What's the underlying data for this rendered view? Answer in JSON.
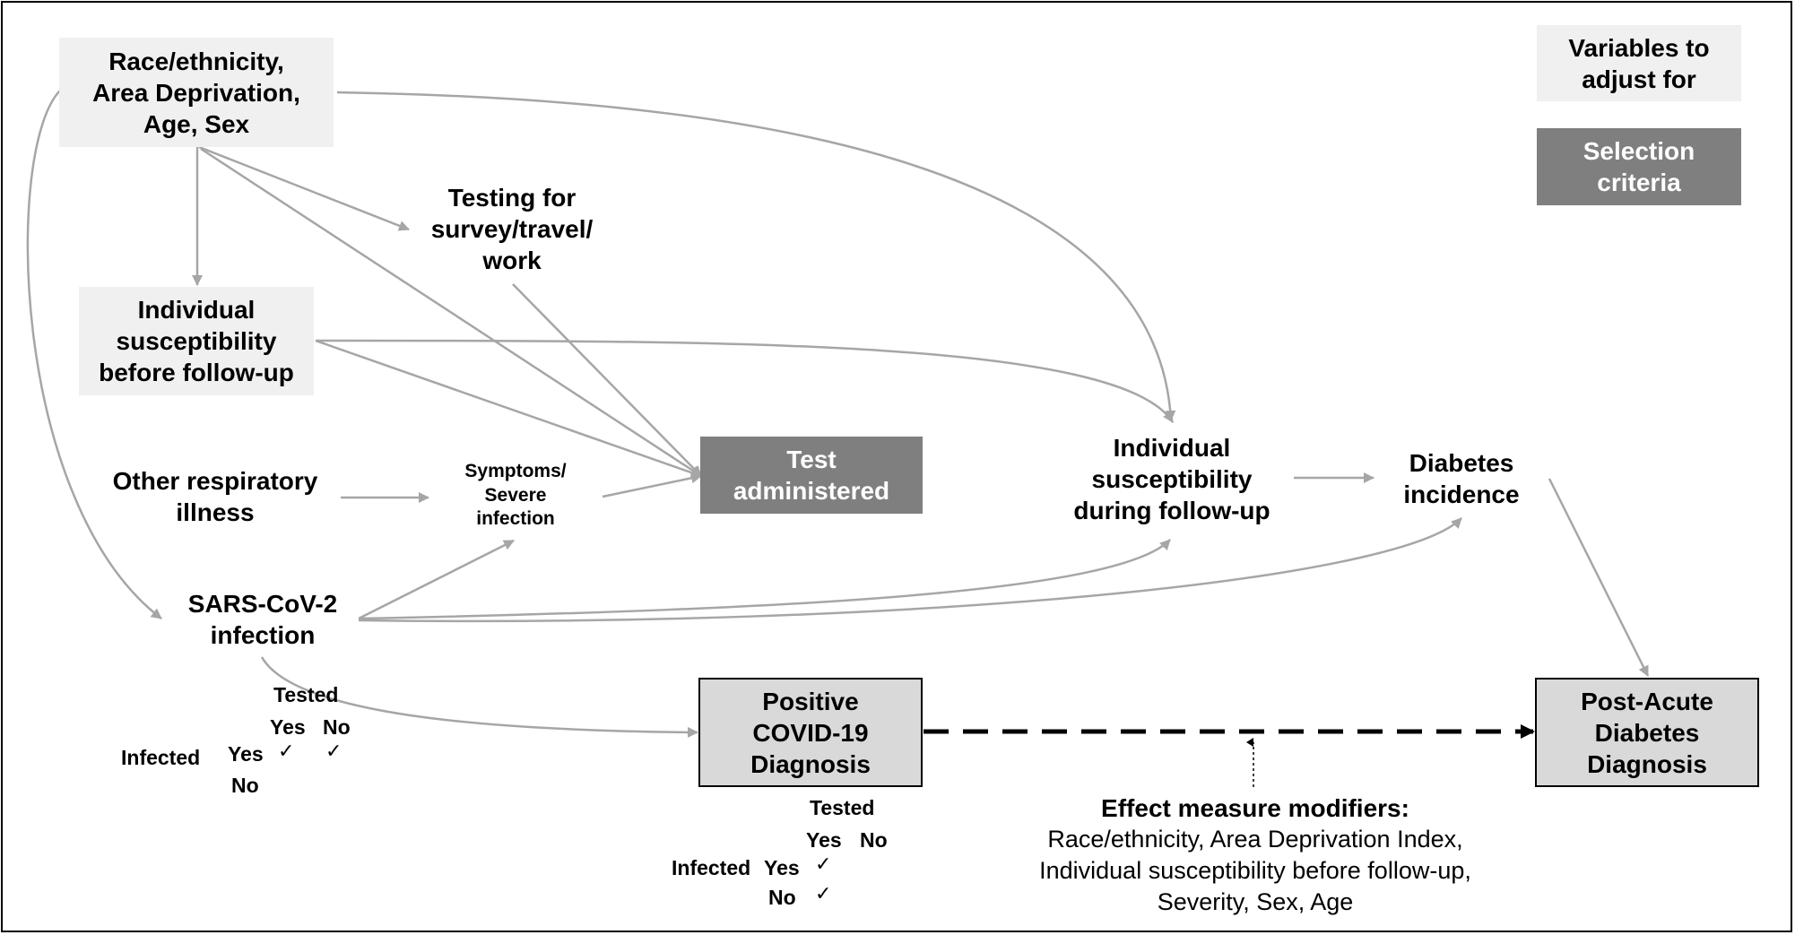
{
  "legend": {
    "adjust": "Variables to\nadjust for",
    "selection": "Selection\ncriteria"
  },
  "nodes": {
    "confounders": "Race/ethnicity,\nArea Deprivation,\nAge, Sex",
    "testing_other": "Testing for\nsurvey/travel/\nwork",
    "susceptibility_before": "Individual\nsusceptibility\nbefore follow-up",
    "other_respiratory": "Other respiratory\nillness",
    "symptoms": "Symptoms/\nSevere\ninfection",
    "test_administered": "Test\nadministered",
    "susceptibility_during": "Individual\nsusceptibility\nduring follow-up",
    "diabetes_incidence": "Diabetes\nincidence",
    "sars_cov2": "SARS-CoV-2\ninfection",
    "positive_diagnosis": "Positive\nCOVID-19\nDiagnosis",
    "post_acute": "Post-Acute\nDiabetes\nDiagnosis"
  },
  "effect_modifiers": {
    "title": "Effect measure modifiers:",
    "body": "Race/ethnicity, Area Deprivation Index,\nIndividual susceptibility before follow-up,\nSeverity, Sex, Age"
  },
  "table_left": {
    "tested": "Tested",
    "yes_col": "Yes",
    "no_col": "No",
    "infected": "Infected",
    "yes_row": "Yes",
    "no_row": "No",
    "check1": "✓",
    "check2": "✓"
  },
  "table_right": {
    "tested": "Tested",
    "yes_col": "Yes",
    "no_col": "No",
    "infected": "Infected",
    "yes_row": "Yes",
    "no_row": "No",
    "check1": "✓",
    "check2": "✓"
  },
  "colors": {
    "adjust_fill": "#f0f0f0",
    "selection_fill": "#7f7f7f",
    "outcome_fill": "#d9d9d9",
    "arrow_gray": "#a6a6a6"
  }
}
